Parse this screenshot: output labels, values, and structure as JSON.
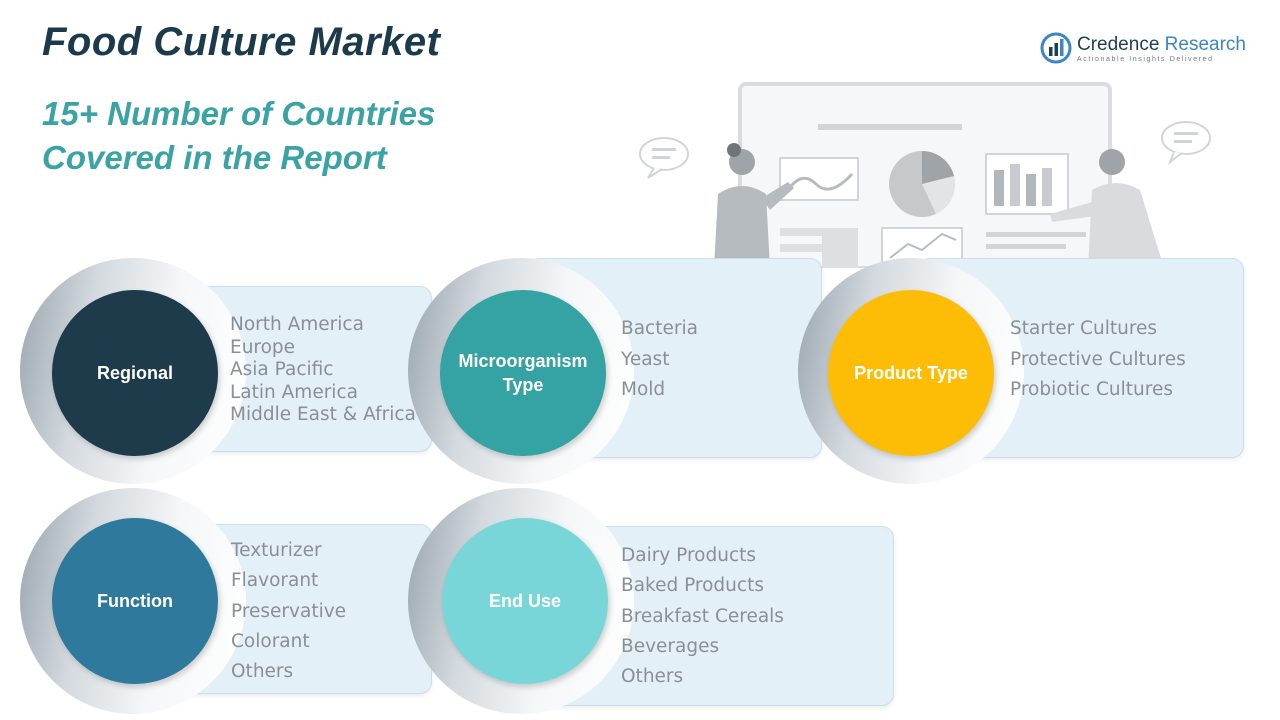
{
  "header": {
    "title": "Food Culture Market",
    "subtitle_line1": "15+ Number of Countries",
    "subtitle_line2": "Covered in the Report"
  },
  "brand": {
    "name_part1": "Credence",
    "name_part2": " Research",
    "tagline": "Actionable Insights Delivered",
    "logo_icon": "bar-chart-globe-icon"
  },
  "illustration_icons": [
    "presentation-board-icon",
    "pie-chart-icon",
    "bar-chart-icon",
    "speech-bubble-icon",
    "presenter-icon",
    "audience-person-icon"
  ],
  "segments": {
    "regional": {
      "label": "Regional",
      "color": "#1d3b4a",
      "items": [
        "North America",
        "Europe",
        "Asia Pacific",
        "Latin America",
        "Middle East & Africa"
      ]
    },
    "microorganism": {
      "label_line1": "Microorganism",
      "label_line2": "Type",
      "color": "#35a2a3",
      "items": [
        "Bacteria",
        "Yeast",
        "Mold"
      ]
    },
    "product_type": {
      "label": "Product Type",
      "color": "#fdbd07",
      "items": [
        "Starter Cultures",
        "Protective Cultures",
        "Probiotic Cultures"
      ]
    },
    "function": {
      "label": "Function",
      "color": "#2f7a9c",
      "items": [
        "Texturizer",
        "Flavorant",
        "Preservative",
        "Colorant",
        "Others"
      ]
    },
    "end_use": {
      "label": "End Use",
      "color": "#79d6d8",
      "items": [
        "Dairy Products",
        "Baked Products",
        "Breakfast Cereals",
        "Beverages",
        "Others"
      ]
    }
  }
}
